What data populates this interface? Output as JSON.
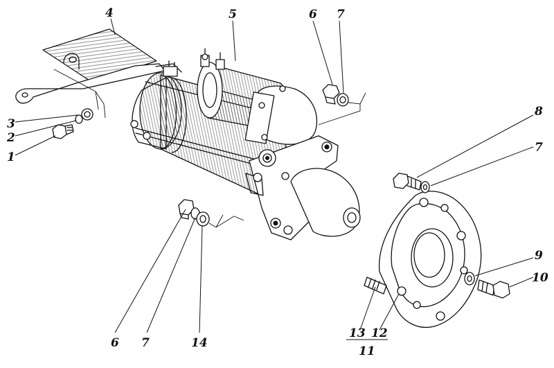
{
  "diagram": {
    "type": "exploded-assembly-drawing",
    "callouts": [
      {
        "id": "c4",
        "label": "4"
      },
      {
        "id": "c5",
        "label": "5"
      },
      {
        "id": "c6t",
        "label": "6"
      },
      {
        "id": "c7t",
        "label": "7"
      },
      {
        "id": "c3",
        "label": "3"
      },
      {
        "id": "c2",
        "label": "2"
      },
      {
        "id": "c1",
        "label": "1"
      },
      {
        "id": "c8",
        "label": "8"
      },
      {
        "id": "c7r",
        "label": "7"
      },
      {
        "id": "c9",
        "label": "9"
      },
      {
        "id": "c10",
        "label": "10"
      },
      {
        "id": "c6b",
        "label": "6"
      },
      {
        "id": "c7b",
        "label": "7"
      },
      {
        "id": "c14",
        "label": "14"
      },
      {
        "id": "c13",
        "label": "13"
      },
      {
        "id": "c12",
        "label": "12"
      },
      {
        "id": "c11",
        "label": "11"
      }
    ]
  }
}
